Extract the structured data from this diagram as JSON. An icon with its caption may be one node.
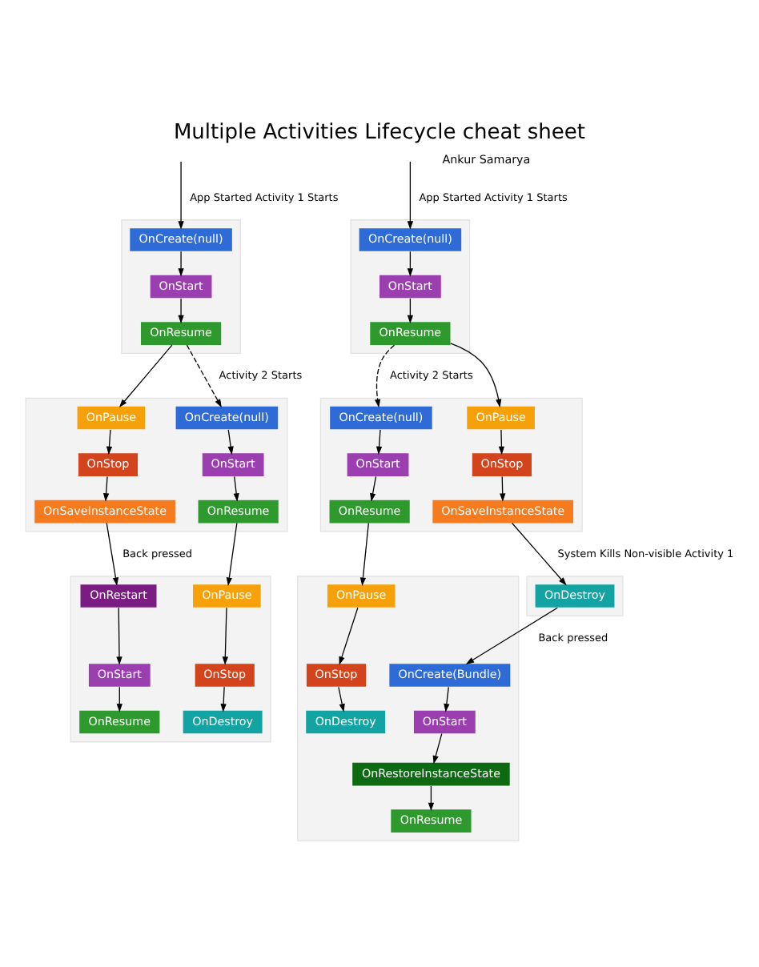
{
  "diagram": {
    "title": "Multiple Activities Lifecycle cheat sheet",
    "nodes": [
      {
        "text": [],
        "shape": "box"
      },
      {
        "text": [
          "OnCreate(null)"
        ],
        "in": 0
      },
      {
        "text": [
          "OnStart"
        ],
        "in": 0
      },
      {
        "text": [
          "OnResume"
        ],
        "in": 0
      },
      {
        "text": [],
        "shape": "box"
      },
      {
        "text": [
          "OnPause"
        ],
        "in": 4
      },
      {
        "text": [
          "OnCreate(null)"
        ],
        "in": 4
      },
      {
        "text": [
          "OnStart"
        ],
        "in": 4
      },
      {
        "text": [
          "OnResume"
        ],
        "in": 4
      },
      {
        "text": [
          "OnStop"
        ],
        "in": 4
      },
      {
        "text": [
          "OnSaveInstanceState"
        ],
        "in": 4
      },
      {
        "text": [],
        "shape": "box"
      },
      {
        "text": [
          "OnRestart"
        ],
        "in": 11
      },
      {
        "text": [
          "OnStart"
        ],
        "in": 11
      },
      {
        "text": [
          "OnResume"
        ],
        "in": 11
      },
      {
        "text": [
          "OnPause"
        ],
        "in": 11
      },
      {
        "text": [
          "OnStop"
        ],
        "in": 11
      },
      {
        "text": [
          "OnDestroy"
        ],
        "in": 11
      },
      {
        "text": [],
        "shape": "box"
      },
      {
        "text": [
          "OnCreate(null)"
        ],
        "in": 18
      },
      {
        "text": [
          "OnStart"
        ],
        "in": 18
      },
      {
        "text": [
          "OnResume"
        ],
        "in": 18
      },
      {
        "text": [],
        "shape": "box"
      },
      {
        "text": [
          "OnPause"
        ],
        "in": 22
      },
      {
        "text": [
          "OnCreate(null)"
        ],
        "in": 22
      },
      {
        "text": [
          "OnStart"
        ],
        "in": 22
      },
      {
        "text": [
          "OnResume"
        ],
        "in": 22
      },
      {
        "text": [
          "OnStop"
        ],
        "in": 22
      },
      {
        "text": [
          "OnSaveInstanceState"
        ],
        "in": 22
      },
      {
        "text": [],
        "shape": "box"
      },
      {
        "text": [
          "OnDestroy"
        ],
        "in": 29
      },
      {
        "text": [],
        "shape": "box"
      },
      {
        "text": [
          "OnPause"
        ],
        "in": 31
      },
      {
        "text": [
          "OnCreate(Bundle)"
        ],
        "in": 31
      },
      {
        "text": [
          "OnStart"
        ],
        "in": 31
      },
      {
        "text": [
          "OnRestoreInstanceState"
        ],
        "in": 31
      },
      {
        "text": [
          "OnResume"
        ],
        "in": 31
      },
      {
        "text": [
          "OnStop"
        ],
        "in": 31
      },
      {
        "text": [
          "OnDestroy"
        ],
        "in": 31
      }
    ],
    "edges": [
      {
        "from": null,
        "to": 1,
        "arrow": "to",
        "label": "App Started Activity 1 Starts"
      },
      {
        "from": 1,
        "to": 2,
        "arrow": "to"
      },
      {
        "from": 2,
        "to": 3,
        "arrow": "to"
      },
      {
        "from": 3,
        "to": 5,
        "arrow": "to"
      },
      {
        "from": 3,
        "to": 6,
        "arrow": "to",
        "style": "dashed",
        "label": "Activity 2 Starts"
      },
      {
        "from": 5,
        "to": 9,
        "arrow": "to"
      },
      {
        "from": 9,
        "to": 10,
        "arrow": "to"
      },
      {
        "from": 6,
        "to": 7,
        "arrow": "to"
      },
      {
        "from": 7,
        "to": 8,
        "arrow": "to"
      },
      {
        "from": 10,
        "to": 12,
        "arrow": "to",
        "label": "Back pressed"
      },
      {
        "from": 8,
        "to": 15,
        "arrow": "to"
      },
      {
        "from": 12,
        "to": 13,
        "arrow": "to"
      },
      {
        "from": 13,
        "to": 14,
        "arrow": "to"
      },
      {
        "from": 15,
        "to": 16,
        "arrow": "to"
      },
      {
        "from": 16,
        "to": 17,
        "arrow": "to"
      },
      {
        "from": null,
        "to": 19,
        "arrow": "to",
        "label": "App Started Activity 1 Starts"
      },
      {
        "from": 19,
        "to": 20,
        "arrow": "to"
      },
      {
        "from": 20,
        "to": 21,
        "arrow": "to"
      },
      {
        "from": 21,
        "to": 23,
        "arrow": "to"
      },
      {
        "from": 21,
        "to": 24,
        "arrow": "to",
        "style": "dashed",
        "label": "Activity 2 Starts"
      },
      {
        "from": 23,
        "to": 27,
        "arrow": "to"
      },
      {
        "from": 27,
        "to": 28,
        "arrow": "to"
      },
      {
        "from": 24,
        "to": 25,
        "arrow": "to"
      },
      {
        "from": 25,
        "to": 26,
        "arrow": "to"
      },
      {
        "from": 28,
        "to": 30,
        "arrow": "to",
        "label": "System Kills Non-visible Activity 1"
      },
      {
        "from": 30,
        "to": 33,
        "arrow": "to",
        "label": "Back pressed"
      },
      {
        "from": 26,
        "to": 32,
        "arrow": "to"
      },
      {
        "from": 33,
        "to": 34,
        "arrow": "to"
      },
      {
        "from": 34,
        "to": 35,
        "arrow": "to"
      },
      {
        "from": 35,
        "to": 36,
        "arrow": "to"
      },
      {
        "from": 32,
        "to": 37,
        "arrow": "to"
      },
      {
        "from": 37,
        "to": 38,
        "arrow": "to"
      }
    ],
    "labels": [
      "Ankur Samarya"
    ]
  }
}
